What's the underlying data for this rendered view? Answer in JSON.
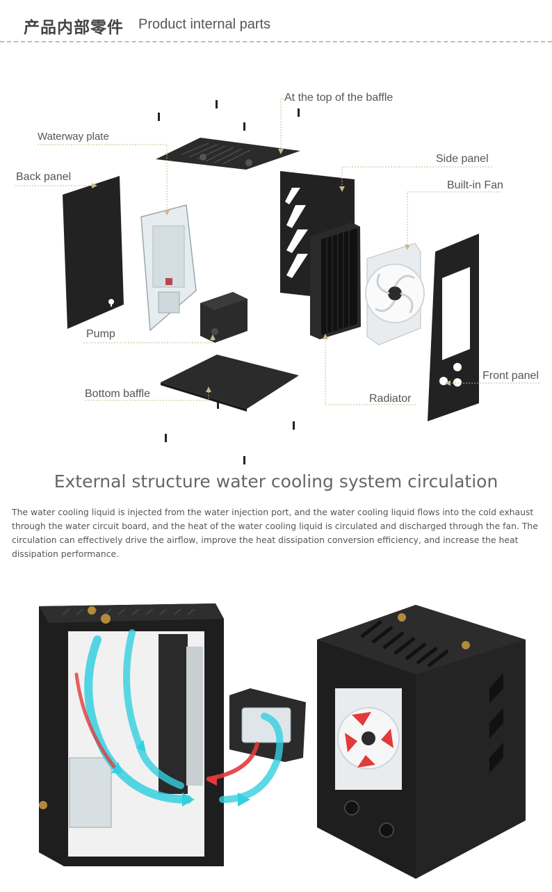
{
  "header": {
    "title_cn": "产品内部零件",
    "title_en": "Product internal parts"
  },
  "parts": {
    "top_baffle": "At the top of the baffle",
    "waterway_plate": "Waterway plate",
    "back_panel": "Back panel",
    "side_panel": "Side panel",
    "builtin_fan": "Built-in Fan",
    "pump": "Pump",
    "front_panel": "Front panel",
    "bottom_baffle": "Bottom baffle",
    "radiator": "Radiator"
  },
  "section": {
    "title": "External structure water cooling system circulation",
    "description": "The water cooling liquid is injected from the water injection port, and the water cooling liquid flows into the cold exhaust through the water circuit board, and the heat of the water cooling liquid is circulated and discharged through the fan. The circulation can effectively drive the airflow, improve the heat dissipation conversion efficiency, and increase the heat dissipation performance."
  },
  "colors": {
    "panel": "#2b2b2b",
    "leader": "#c9b98a",
    "flow_cold": "#35d0e0",
    "flow_hot": "#e23a3a"
  }
}
